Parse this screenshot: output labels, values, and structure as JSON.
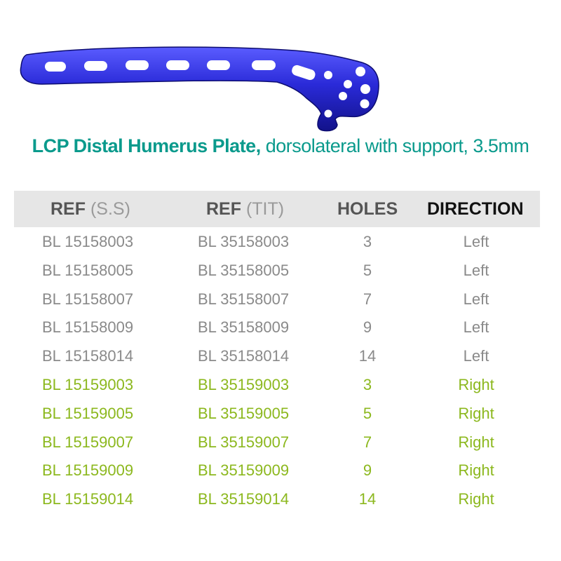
{
  "title": {
    "bold": "LCP Distal Humerus Plate,",
    "rest": " dorsolateral with support, 3.5mm"
  },
  "colors": {
    "title": "#0a9a8c",
    "plate": "#2a2ad8",
    "left_rows": "#8a8a8a",
    "right_rows": "#8cb81e",
    "header_bg": "#e6e6e6"
  },
  "table": {
    "headers": [
      {
        "main": "REF",
        "sub": " (S.S)"
      },
      {
        "main": "REF",
        "sub": " (TIT)"
      },
      {
        "main": "HOLES",
        "sub": ""
      },
      {
        "main": "DIRECTION",
        "sub": ""
      }
    ],
    "rows": [
      {
        "ref_ss": "BL 15158003",
        "ref_tit": "BL 35158003",
        "holes": "3",
        "direction": "Left"
      },
      {
        "ref_ss": "BL 15158005",
        "ref_tit": "BL 35158005",
        "holes": "5",
        "direction": "Left"
      },
      {
        "ref_ss": "BL 15158007",
        "ref_tit": "BL 35158007",
        "holes": "7",
        "direction": "Left"
      },
      {
        "ref_ss": "BL 15158009",
        "ref_tit": "BL 35158009",
        "holes": "9",
        "direction": "Left"
      },
      {
        "ref_ss": "BL 15158014",
        "ref_tit": "BL 35158014",
        "holes": "14",
        "direction": "Left"
      },
      {
        "ref_ss": "BL 15159003",
        "ref_tit": "BL 35159003",
        "holes": "3",
        "direction": "Right"
      },
      {
        "ref_ss": "BL 15159005",
        "ref_tit": "BL 35159005",
        "holes": "5",
        "direction": "Right"
      },
      {
        "ref_ss": "BL 15159007",
        "ref_tit": "BL 35159007",
        "holes": "7",
        "direction": "Right"
      },
      {
        "ref_ss": "BL 15159009",
        "ref_tit": "BL 35159009",
        "holes": "9",
        "direction": "Right"
      },
      {
        "ref_ss": "BL 15159014",
        "ref_tit": "BL 35159014",
        "holes": "14",
        "direction": "Right"
      }
    ]
  }
}
